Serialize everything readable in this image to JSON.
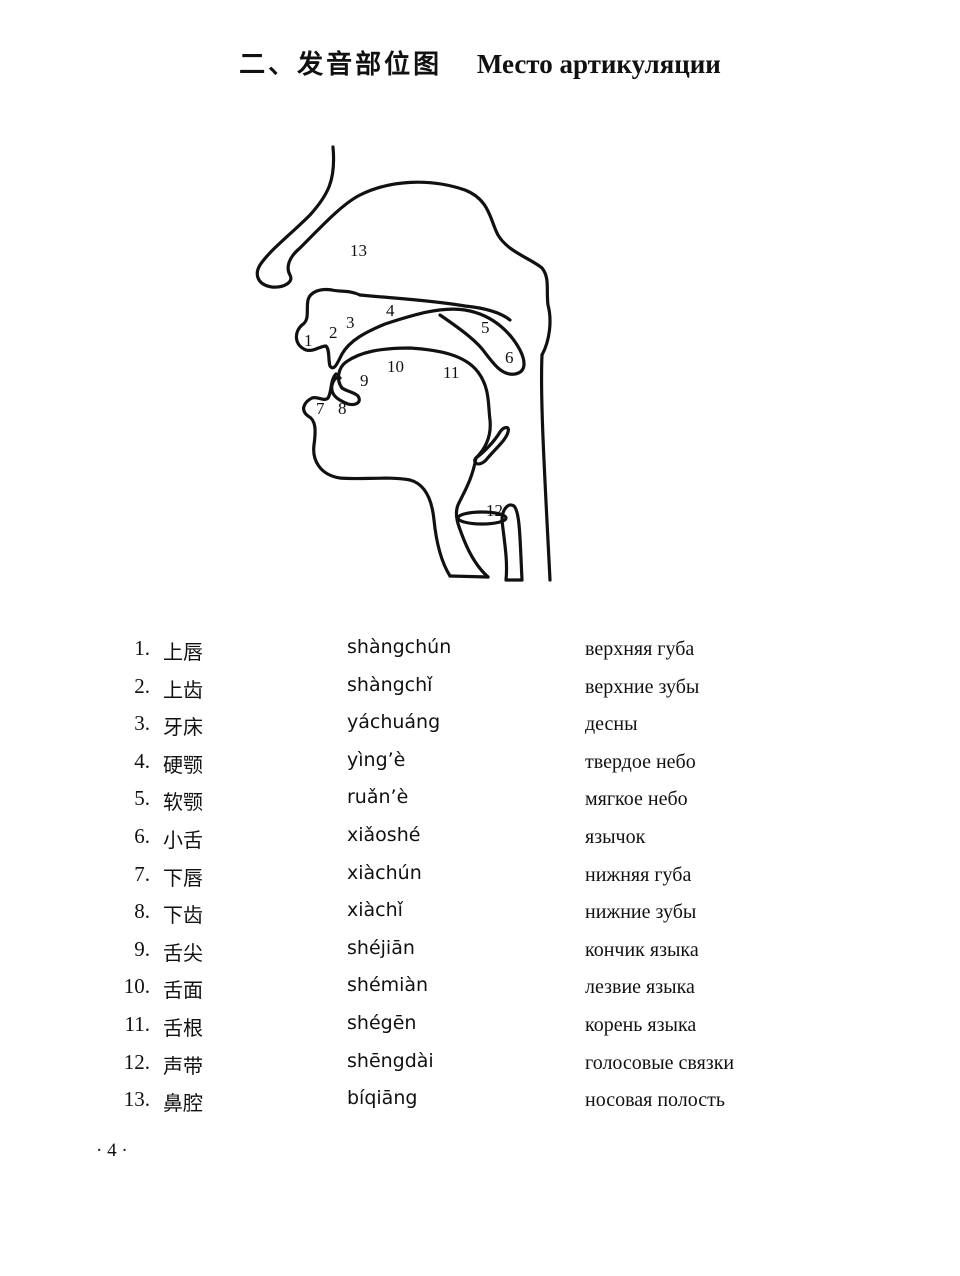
{
  "title": {
    "chinese": "二、发音部位图",
    "russian": "Место артикуляции"
  },
  "diagram": {
    "labels": [
      "1",
      "2",
      "3",
      "4",
      "5",
      "6",
      "7",
      "8",
      "9",
      "10",
      "11",
      "12",
      "13"
    ]
  },
  "terms": [
    {
      "index": "1.",
      "hanzi": "上唇",
      "pinyin": "shàngchún",
      "russian": "верхняя губа"
    },
    {
      "index": "2.",
      "hanzi": "上齿",
      "pinyin": "shàngchǐ",
      "russian": "верхние зубы"
    },
    {
      "index": "3.",
      "hanzi": "牙床",
      "pinyin": "yáchuáng",
      "russian": "десны"
    },
    {
      "index": "4.",
      "hanzi": "硬颚",
      "pinyin": "yìng’è",
      "russian": "твердое небо"
    },
    {
      "index": "5.",
      "hanzi": "软颚",
      "pinyin": "ruǎn’è",
      "russian": "мягкое небо"
    },
    {
      "index": "6.",
      "hanzi": "小舌",
      "pinyin": "xiǎoshé",
      "russian": "язычок"
    },
    {
      "index": "7.",
      "hanzi": "下唇",
      "pinyin": "xiàchún",
      "russian": "нижняя губа"
    },
    {
      "index": "8.",
      "hanzi": "下齿",
      "pinyin": "xiàchǐ",
      "russian": "нижние зубы"
    },
    {
      "index": "9.",
      "hanzi": "舌尖",
      "pinyin": "shéjiān",
      "russian": "кончик языка"
    },
    {
      "index": "10.",
      "hanzi": "舌面",
      "pinyin": "shémiàn",
      "russian": "лезвие языка"
    },
    {
      "index": "11.",
      "hanzi": "舌根",
      "pinyin": "shégēn",
      "russian": "корень языка"
    },
    {
      "index": "12.",
      "hanzi": "声带",
      "pinyin": "shēngdài",
      "russian": "голосовые связки"
    },
    {
      "index": "13.",
      "hanzi": "鼻腔",
      "pinyin": "bíqiāng",
      "russian": "носовая полость"
    }
  ],
  "footer": {
    "page_number": "· 4 ·"
  }
}
